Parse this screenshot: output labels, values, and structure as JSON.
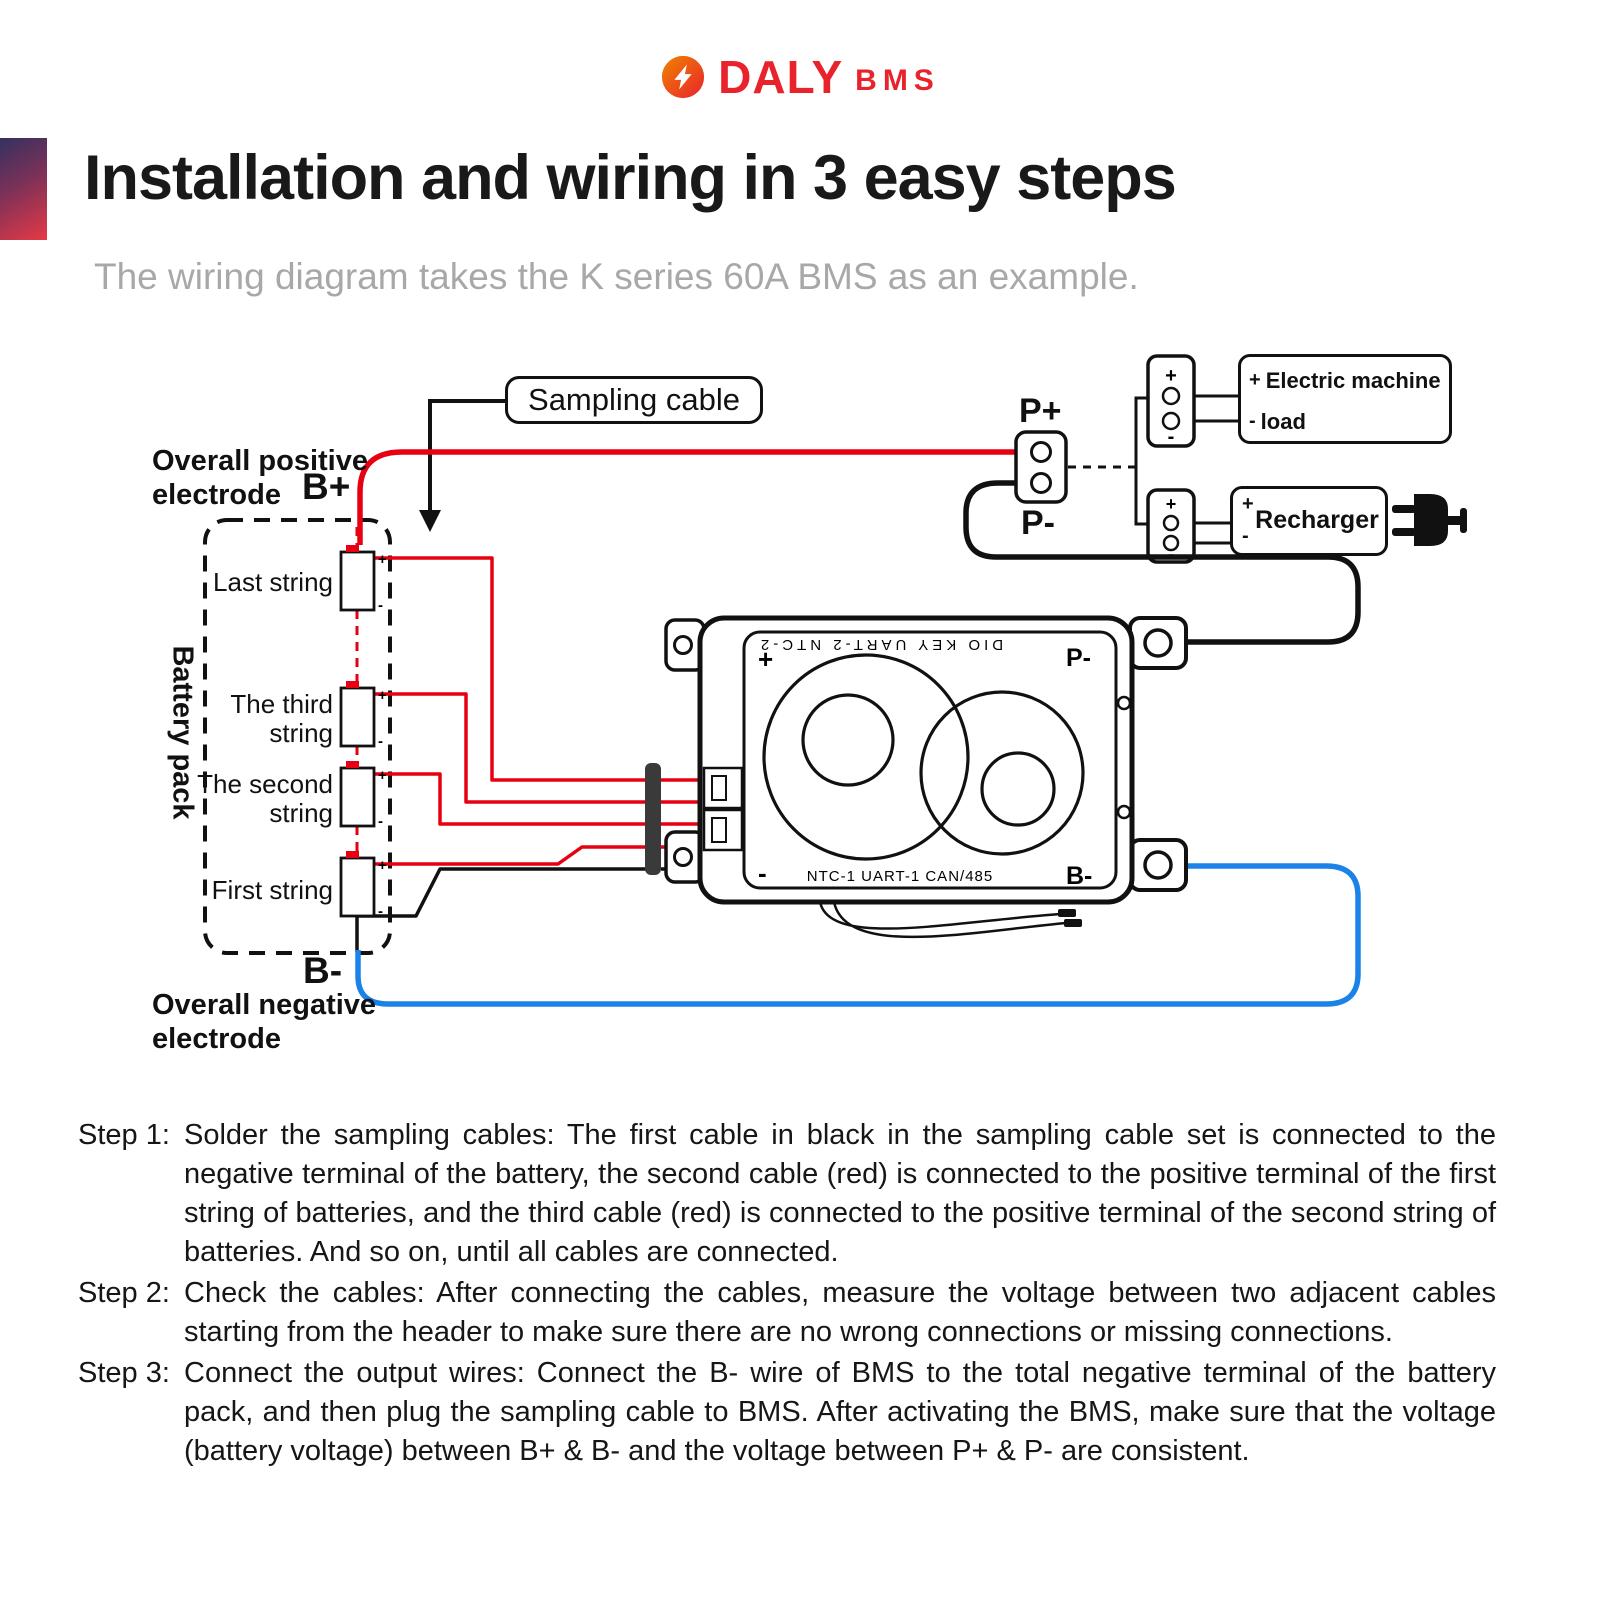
{
  "brand": {
    "daly": "DALY",
    "bms": "BMS"
  },
  "header": {
    "title": "Installation and wiring in 3 easy steps",
    "subtitle": "The wiring diagram takes the K series 60A BMS as an example."
  },
  "symbols": {
    "plus": "+",
    "minus": "-"
  },
  "diagram": {
    "sampling_cable": "Sampling cable",
    "overall_positive": "Overall positive\nelectrode",
    "b_plus": "B+",
    "battery_pack": "Battery pack",
    "cells": [
      {
        "label": "Last string"
      },
      {
        "label": "The third string"
      },
      {
        "label": "The second string"
      },
      {
        "label": "First string"
      }
    ],
    "b_minus": "B-",
    "overall_negative": "Overall negative\nelectrode",
    "p_plus": "P+",
    "p_minus": "P-",
    "bms": {
      "plus": "+",
      "minus": "-",
      "p_minus": "P-",
      "b_minus": "B-",
      "top_text": "DIO KEY UART-2 NTC-2",
      "bottom_text": "NTC-1 UART-1 CAN/485"
    },
    "electric_machine": {
      "line1": "Electric machine",
      "line2": "load"
    },
    "recharger": {
      "label": "Recharger"
    }
  },
  "steps": [
    {
      "label": "Step 1:",
      "text": "Solder the sampling cables: The first cable in black in the sampling cable set is connected to the negative terminal of the battery, the second cable (red) is connected to the positive terminal of the first string of batteries, and the third cable (red) is connected to the positive terminal of the second string of batteries. And so on, until all cables are connected."
    },
    {
      "label": "Step 2:",
      "text": "Check the cables: After connecting the cables, measure the voltage between two adjacent cables starting from the header to make sure there are no wrong connections or missing connections."
    },
    {
      "label": "Step 3:",
      "text": "Connect the output wires: Connect the B- wire of BMS to the total negative terminal of the battery pack, and then plug the sampling cable to BMS. After activating the BMS, make sure that the voltage (battery voltage) between B+ & B- and the voltage between P+ & P- are consistent."
    }
  ],
  "colors": {
    "brand_red": "#e8232c",
    "wire_red": "#e60012",
    "wire_blue": "#1b82e8",
    "wire_black": "#111111",
    "subtitle_gray": "#a8a8a8",
    "accent_gradient_start": "#34315f",
    "accent_gradient_end": "#e63946"
  }
}
